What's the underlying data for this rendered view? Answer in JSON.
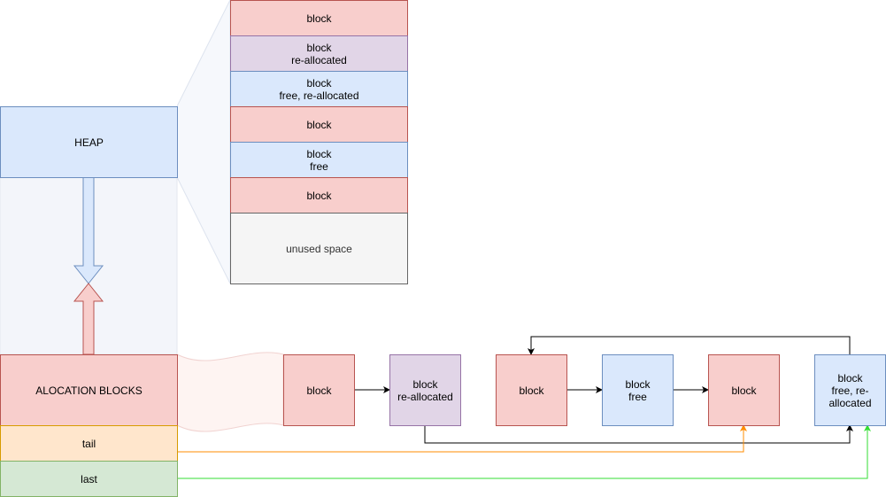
{
  "heap": {
    "label": "HEAP",
    "blocks": [
      {
        "lines": [
          "block"
        ],
        "state": "allocated"
      },
      {
        "lines": [
          "block",
          "re-allocated"
        ],
        "state": "reallocated"
      },
      {
        "lines": [
          "block",
          "free, re-allocated"
        ],
        "state": "free"
      },
      {
        "lines": [
          "block"
        ],
        "state": "allocated"
      },
      {
        "lines": [
          "block",
          "free"
        ],
        "state": "free"
      },
      {
        "lines": [
          "block"
        ],
        "state": "allocated"
      },
      {
        "lines": [
          "unused space"
        ],
        "state": "unused"
      }
    ]
  },
  "allocation_blocks": {
    "label": "ALOCATION BLOCKS",
    "tail_label": "tail",
    "last_label": "last"
  },
  "chain": [
    {
      "lines": [
        "block"
      ],
      "state": "allocated"
    },
    {
      "lines": [
        "block",
        "re-allocated"
      ],
      "state": "reallocated"
    },
    {
      "lines": [
        "block"
      ],
      "state": "allocated"
    },
    {
      "lines": [
        "block",
        "free"
      ],
      "state": "free"
    },
    {
      "lines": [
        "block"
      ],
      "state": "allocated"
    },
    {
      "lines": [
        "block",
        "free, re-",
        "allocated"
      ],
      "state": "free"
    }
  ],
  "colors": {
    "allocated": "#f8cecc",
    "reallocated": "#e1d5e7",
    "free": "#dae8fc",
    "unused": "#f5f5f5",
    "tail_pointer": "#d79b00",
    "last_pointer": "#33dd33"
  }
}
